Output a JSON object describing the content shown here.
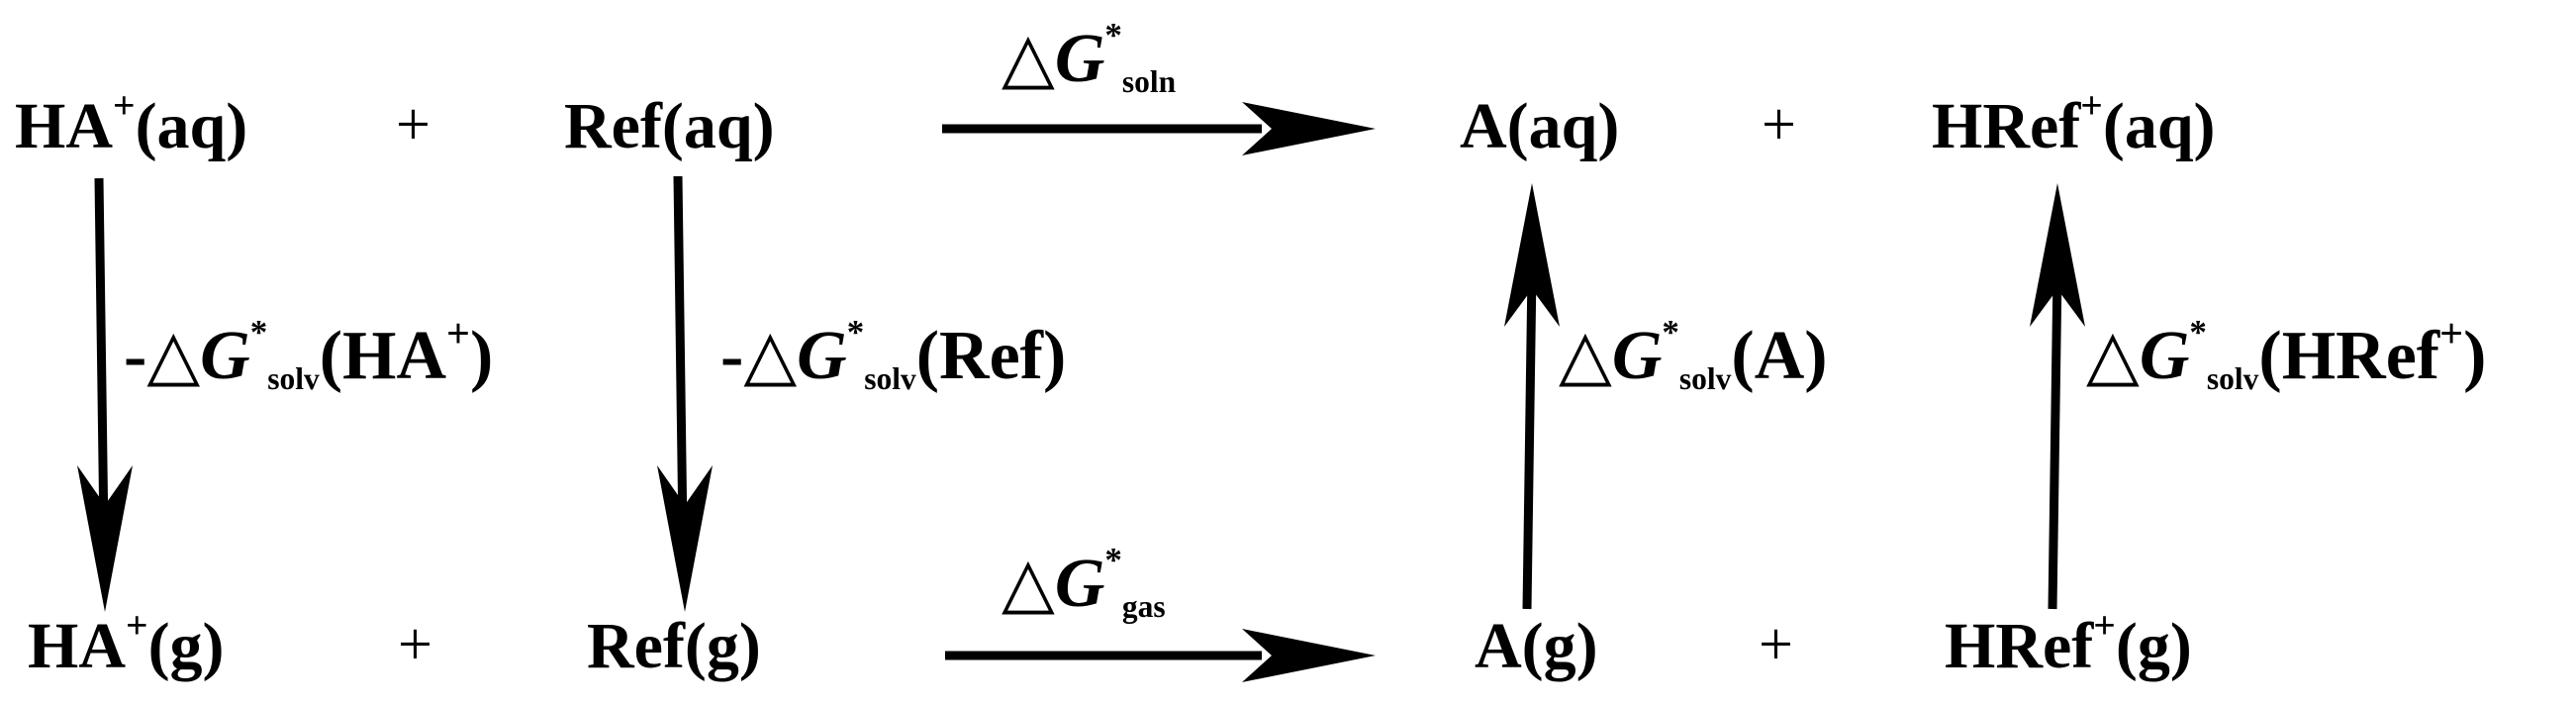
{
  "row_top": {
    "r1": {
      "base": "HA",
      "sup": "+",
      "tail": "(aq)"
    },
    "plus1": "+",
    "r2": {
      "text": "Ref(aq)"
    },
    "p1": {
      "text": "A(aq)"
    },
    "plus2": "+",
    "p2": {
      "base": "HRef",
      "sup": "+",
      "tail": "(aq)"
    }
  },
  "row_bottom": {
    "r1": {
      "base": "HA",
      "sup": "+",
      "tail": "(g)"
    },
    "plus1": "+",
    "r2": {
      "text": "Ref(g)"
    },
    "p1": {
      "text": "A(g)"
    },
    "plus2": "+",
    "p2": {
      "base": "HRef",
      "sup": "+",
      "tail": "(g)"
    }
  },
  "arrows": {
    "soln": {
      "prefix": "",
      "delta": "△",
      "g": "G",
      "star": "*",
      "sub": "soln"
    },
    "gas": {
      "prefix": "",
      "delta": "△",
      "g": "G",
      "star": "*",
      "sub": "gas"
    },
    "solv_ha": {
      "prefix": "-",
      "delta": "△",
      "g": "G",
      "star": "*",
      "sub": "solv",
      "open": "(",
      "species": "HA",
      "sup": "+",
      "close": ")"
    },
    "solv_ref": {
      "prefix": "-",
      "delta": "△",
      "g": "G",
      "star": "*",
      "sub": "solv",
      "open": "(",
      "species": "Ref",
      "close": ")"
    },
    "solv_a": {
      "prefix": "",
      "delta": "△",
      "g": "G",
      "star": "*",
      "sub": "solv",
      "open": "(",
      "species": "A",
      "close": ")"
    },
    "solv_href": {
      "prefix": "",
      "delta": "△",
      "g": "G",
      "star": "*",
      "sub": "solv",
      "open": "(",
      "species": "HRef",
      "sup": "+",
      "close": ")"
    }
  }
}
